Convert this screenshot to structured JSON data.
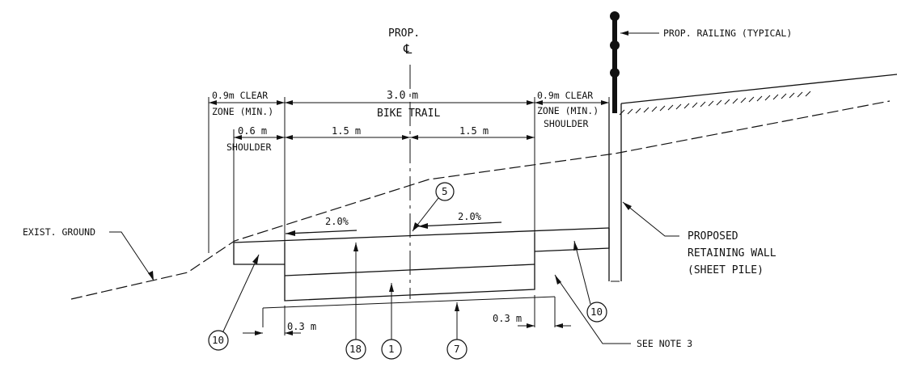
{
  "centerline": {
    "prop": "PROP.",
    "symbol": "℄"
  },
  "railing_label": "PROP. RAILING (TYPICAL)",
  "dims": {
    "clear_left_top": "0.9m CLEAR",
    "clear_left_bottom": "ZONE (MIN.)",
    "trail_width": "3.0 m",
    "trail_label": "BIKE TRAIL",
    "clear_right_top": "0.9m CLEAR",
    "clear_right_mid": "ZONE (MIN.)",
    "clear_right_bottom": "SHOULDER",
    "shoulder_width": "0.6 m",
    "shoulder_label": "SHOULDER",
    "half_left": "1.5 m",
    "half_right": "1.5 m",
    "offset_left": "0.3 m",
    "offset_right": "0.3 m"
  },
  "slopes": {
    "left": "2.0%",
    "right": "2.0%"
  },
  "labels": {
    "exist_ground": "EXIST. GROUND",
    "wall_1": "PROPOSED",
    "wall_2": "RETAINING WALL",
    "wall_3": "(SHEET PILE)",
    "see_note": "SEE NOTE 3"
  },
  "callouts": {
    "c5": "5",
    "c10_left": "10",
    "c10_right": "10",
    "c18": "18",
    "c1": "1",
    "c7": "7"
  }
}
